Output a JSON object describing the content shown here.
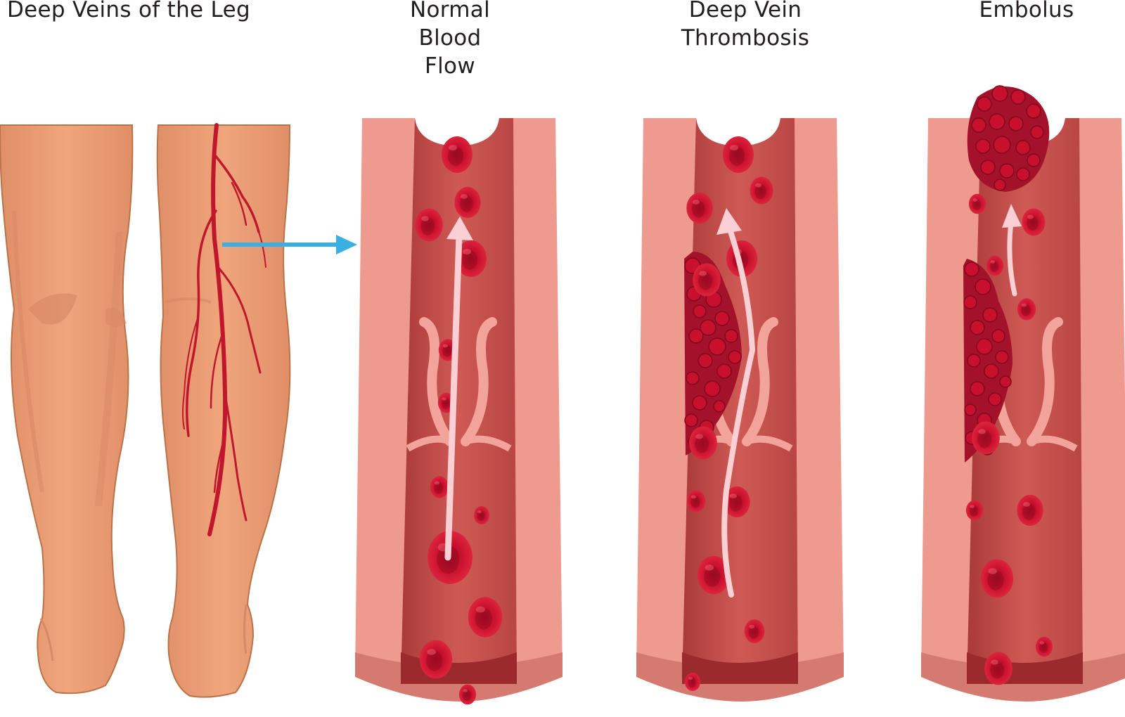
{
  "titles": {
    "legs": "Deep Veins of the Leg",
    "normal": "Normal\nBlood\nFlow",
    "dvt": "Deep Vein\nThrombosis",
    "embolus": "Embolus"
  },
  "colors": {
    "skin": "#e9986f",
    "skin_shadow": "#d88a66",
    "skin_outline": "#b8734a",
    "vein_red": "#c0172c",
    "vessel_wall": "#ee9a8e",
    "vessel_wall_dark": "#d47a70",
    "vessel_lumen": "#c54845",
    "blood_cell": "#c8102e",
    "clot": "#b3142b",
    "flow_arrow": "#fbd0d4",
    "pointer_arrow": "#3ab0e2"
  },
  "icons": {
    "pointer": "blue-arrow-icon",
    "flow": "flow-arrow-icon"
  }
}
